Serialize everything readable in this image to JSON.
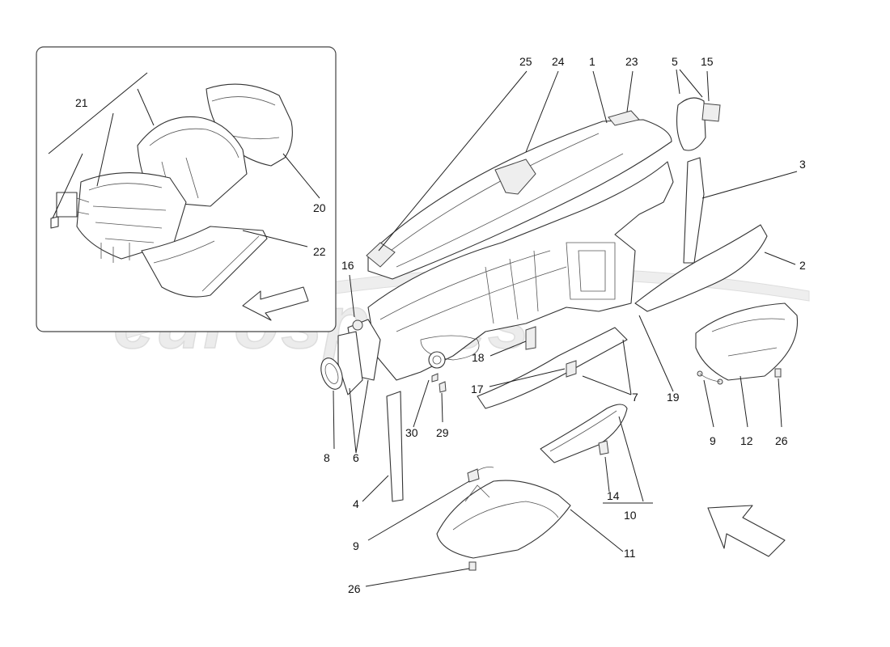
{
  "watermark": "eurospares",
  "callouts": {
    "c1": "1",
    "c2": "2",
    "c3": "3",
    "c4": "4",
    "c5": "5",
    "c6": "6",
    "c7": "7",
    "c8": "8",
    "c9a": "9",
    "c9b": "9",
    "c10": "10",
    "c11": "11",
    "c12": "12",
    "c14": "14",
    "c15": "15",
    "c16": "16",
    "c17": "17",
    "c18": "18",
    "c19": "19",
    "c20": "20",
    "c21": "21",
    "c22": "22",
    "c23": "23",
    "c24": "24",
    "c25": "25",
    "c26a": "26",
    "c26b": "26",
    "c29": "29",
    "c30": "30"
  },
  "icons": {
    "inset_arrow": "arrow-down-left-icon",
    "main_arrow": "arrow-up-left-icon"
  }
}
